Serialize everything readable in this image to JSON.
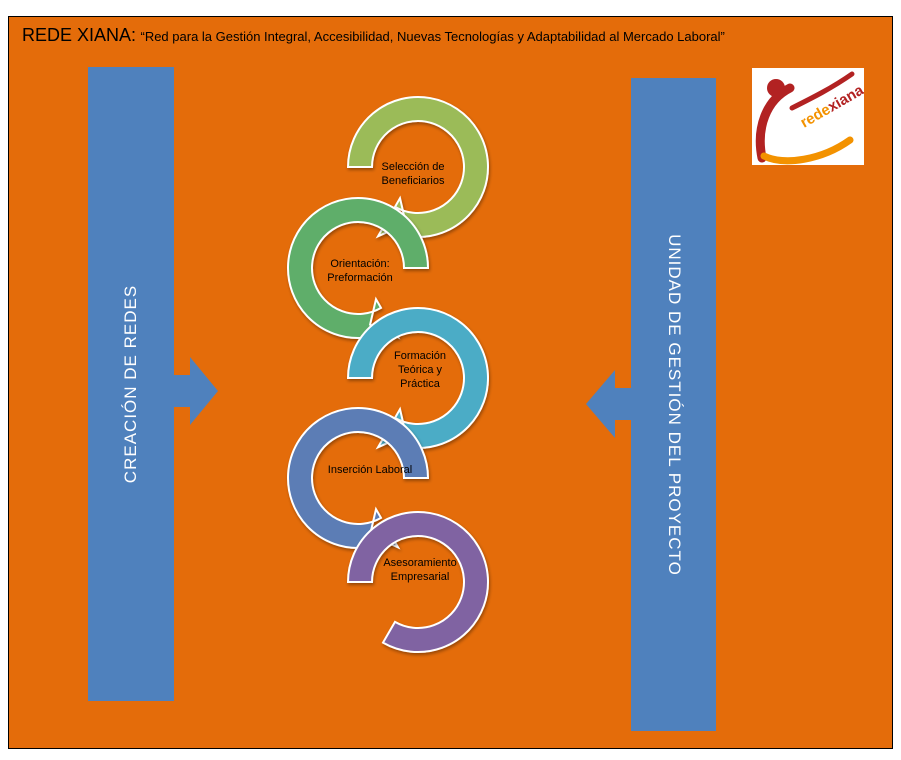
{
  "header": {
    "brand": "REDE XIANA:",
    "subtitle": "“Red para la Gestión Integral, Accesibilidad, Nuevas Tecnologías y Adaptabilidad al Mercado Laboral”"
  },
  "left_column": {
    "label": "CREACIÓN DE REDES"
  },
  "right_column": {
    "label": "UNIDAD DE GESTIÓN DEL PROYECTO"
  },
  "logo": {
    "text": "redexiana"
  },
  "steps": [
    {
      "line1": "Selección de",
      "line2": "Beneficiarios",
      "color": "#9BBB59"
    },
    {
      "line1": "Orientación:",
      "line2": "Preformación",
      "color": "#5FAE6B"
    },
    {
      "line1": "Formación",
      "line2": "Teórica y",
      "line3": "Práctica",
      "color": "#4BACC6"
    },
    {
      "line1": "Inserción Laboral",
      "color": "#5B7DB5"
    },
    {
      "line1": "Asesoramiento",
      "line2": "Empresarial",
      "color": "#8064A2"
    }
  ],
  "colors": {
    "background": "#E46C0A",
    "columns": "#4F81BD",
    "arrows": "#4F81BD"
  }
}
